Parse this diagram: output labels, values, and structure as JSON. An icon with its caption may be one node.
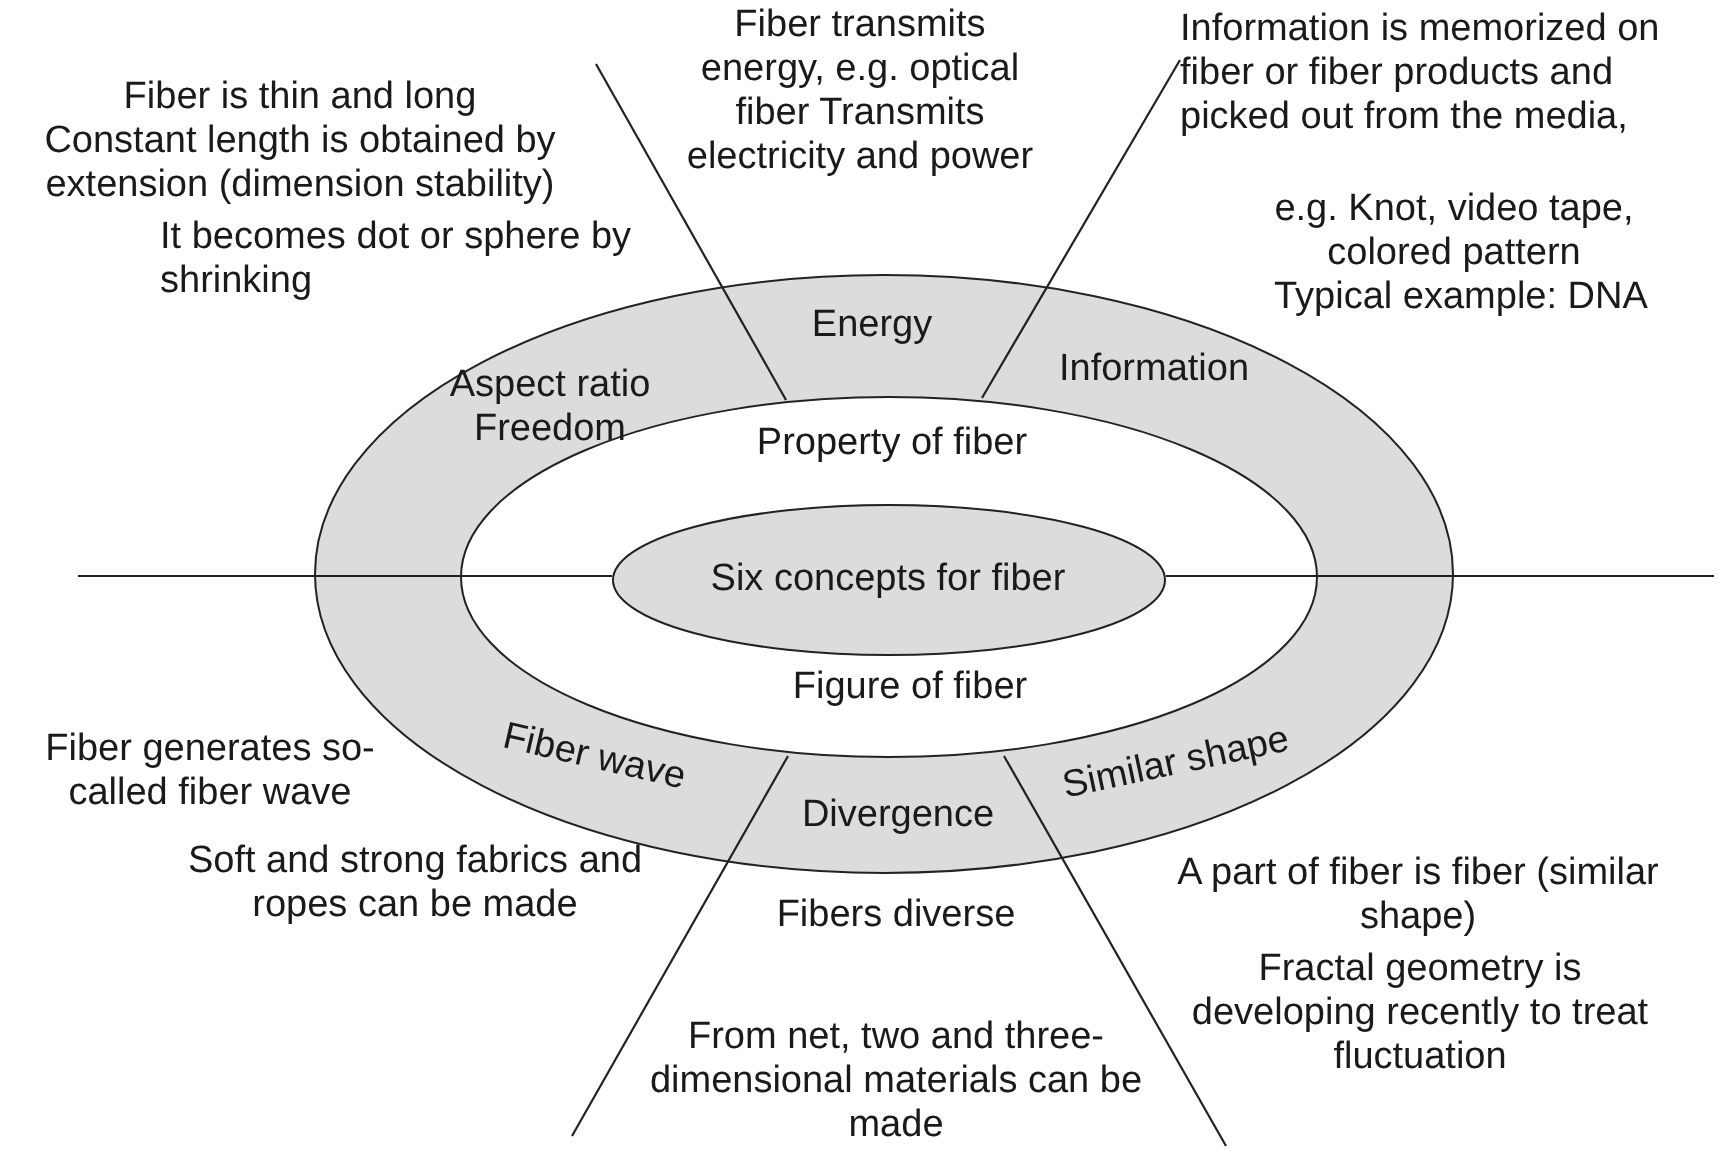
{
  "diagram": {
    "nodes": [
      {
        "text": [
          "Energy",
          "Information",
          "Similar shape",
          "Divergence",
          "Fiber wave",
          "Aspect ratio Freedom"
        ]
      },
      {
        "text": [
          "Property of fiber",
          "Figure of fiber"
        ],
        "in": 0
      },
      {
        "text": [
          "Six concepts for fiber"
        ],
        "in": 1
      }
    ],
    "labels": [
      "Fiber transmits energy, e.g. optical fiber Transmits electricity and power",
      "Information is memorized on fiber or fiber products and picked out from the media,",
      "Fiber is thin and long",
      "Constant length is obtained by extension (dimension stability)",
      "e.g. Knot, video tape, colored pattern",
      "It becomes dot or sphere by shrinking",
      "Typical example: DNA",
      "Fiber generates so-called fiber wave",
      "Soft and strong fabrics and ropes can be made",
      "Fibers diverse",
      "A part of fiber is fiber (similar shape)",
      "Fractal geometry is developing recently to treat fluctuation",
      "From net, two and three-dimensional materials can be made"
    ]
  }
}
